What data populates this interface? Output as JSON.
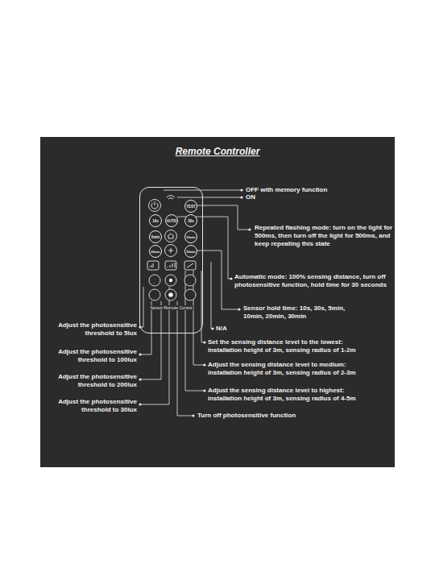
{
  "diagram": {
    "title": "Remote Controller",
    "nodes": [
      {
        "text": [
          "Sensor Remote Control"
        ]
      },
      {
        "text": [
          "TEST"
        ],
        "in": 0
      },
      {
        "text": [
          "10s"
        ],
        "in": 0
      },
      {
        "text": [
          "AUTO"
        ],
        "in": 0
      },
      {
        "text": [
          "30s"
        ],
        "in": 0
      },
      {
        "text": [
          "5min"
        ],
        "in": 0
      },
      {
        "text": [
          "10min"
        ],
        "in": 0
      },
      {
        "text": [
          "20min"
        ],
        "in": 0
      },
      {
        "text": [
          "30min"
        ],
        "in": 0
      }
    ],
    "edges": [],
    "labels": [
      "OFF with memory function",
      "ON",
      "Repeated flashing mode: turn on the light for 500ms, then turn off the light for 500ms, and keep repeating this state",
      "Automatic mode: 100% sensing distance, turn off photosensitive function, hold time for 30 seconds",
      "Sensor hold time: 10s, 30s, 5min, 10min, 20min, 30min",
      "N/A",
      "Set the sensing distance level to the lowest: installation height of 3m, sensing radius of 1-2m",
      "Adjust the sensing distance level to medium: installation height of 3m, sensing radius of 2-3m",
      "Adjust the sensing distance level to highest: installation height of 3m, sensing radius of 4-5m",
      "Turn off photosensitive function",
      "Adjust the photosensitive threshold to 5lux",
      "Adjust the photosensitive threshold to 100lux",
      "Adjust the photosensitive threshold to 200lux",
      "Adjust the photosensitive threshold to 30lux"
    ]
  }
}
